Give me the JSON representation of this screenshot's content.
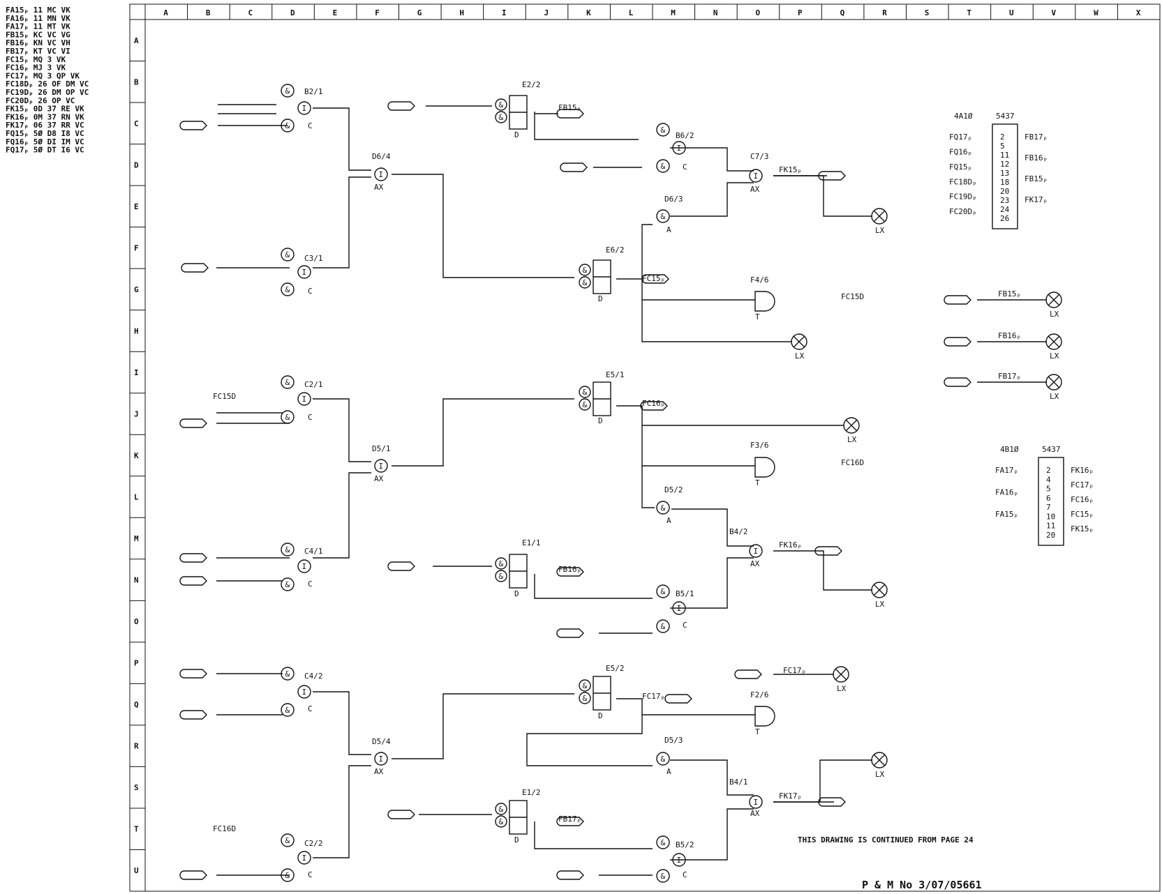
{
  "legend": [
    "FA15ₚ  11 MC VK",
    "FA16ₚ  11 MN VK",
    "FA17ₚ  11 MT VK",
    "FB15ₚ  KC VC VG",
    "FB16ₚ  KN VC VH",
    "FB17ₚ  KT VC VI",
    "FC15ₚ  MQ 3 VK",
    "FC16ₚ  MJ 3 VK",
    "FC17ₚ  MQ 3 QP VK",
    "FC18Dₚ 26 OF DM VC",
    "FC19Dₚ 26 DM OP VC",
    "FC20Dₚ 26 OP VC",
    "FK15ₚ  0D 37 RE VK",
    "FK16ₚ  0M 37 RN VK",
    "FK17ₚ  06 37 RR VC",
    "FQ15ₚ  5Ø D8 I8 VC",
    "FQ16ₚ  5Ø DI IM VC",
    "FQ17ₚ  5Ø DT I6 VC"
  ],
  "columns": [
    "A",
    "B",
    "C",
    "D",
    "E",
    "F",
    "G",
    "H",
    "I",
    "J",
    "K",
    "L",
    "M",
    "N",
    "O",
    "P",
    "Q",
    "R",
    "S",
    "T",
    "U",
    "V",
    "W",
    "X"
  ],
  "rows": [
    "A",
    "B",
    "C",
    "D",
    "E",
    "F",
    "G",
    "H",
    "I",
    "J",
    "K",
    "L",
    "M",
    "N",
    "O",
    "P",
    "Q",
    "R",
    "S",
    "T",
    "U"
  ],
  "labels": {
    "b2": "B2/1",
    "c31": "C3/1",
    "c21": "C2/1",
    "c41": "C4/1",
    "c42": "C4/2",
    "c22": "C2/2",
    "d64": "D6/4",
    "d51": "D5/1",
    "d54": "D5/4",
    "e22": "E2/2",
    "e62": "E6/2",
    "e51": "E5/1",
    "e11": "E1/1",
    "e52": "E5/2",
    "e12": "E1/2",
    "b62": "B6/2",
    "d63": "D6/3",
    "c73": "C7/3",
    "d52": "D5/2",
    "b42": "B4/2",
    "b51": "B5/1",
    "d53": "D5/3",
    "b41": "B4/1",
    "b52": "B5/2",
    "f46": "F4/6",
    "f36": "F3/6",
    "f26": "F2/6",
    "fk15": "FK15ₚ",
    "fk16": "FK16ₚ",
    "fk17": "FK17ₚ",
    "fb15": "FB15ₚ",
    "fc15": "FC15ₚ",
    "fc16": "FC16ₚ",
    "fb16": "FB16ₚ",
    "fc17": "FC17ₚ",
    "fb17": "FB17ₚ",
    "fc15d": "FC15D",
    "fc16d": "FC16D",
    "ax": "AX",
    "c": "C",
    "a": "A",
    "d": "D",
    "t": "T",
    "lx": "LX"
  },
  "blocks": {
    "top": {
      "title": "4A1Ø",
      "code": "5437",
      "left": [
        "FQ17ₚ",
        "FQ16ₚ",
        "FQ15ₚ",
        "FC18Dₚ",
        "FC19Dₚ",
        "FC20Dₚ"
      ],
      "pins": [
        "2",
        "5",
        "11",
        "12",
        "13",
        "18",
        "20",
        "23",
        "24",
        "26"
      ],
      "right": [
        "FB17ₚ",
        "FB16ₚ",
        "FB15ₚ",
        "FK17ₚ"
      ]
    },
    "bottom": {
      "title": "4B1Ø",
      "code": "5437",
      "left": [
        "FA17ₚ",
        "FA16ₚ",
        "FA15ₚ"
      ],
      "pins": [
        "2",
        "4",
        "5",
        "6",
        "7",
        "10",
        "11",
        "20"
      ],
      "right": [
        "FK16ₚ",
        "FC17ₚ",
        "FC16ₚ",
        "FC15ₚ",
        "FK15ₚ"
      ]
    }
  },
  "note": "THIS DRAWING IS CONTINUED FROM PAGE 24",
  "reference": "P & M No 3/07/05661"
}
